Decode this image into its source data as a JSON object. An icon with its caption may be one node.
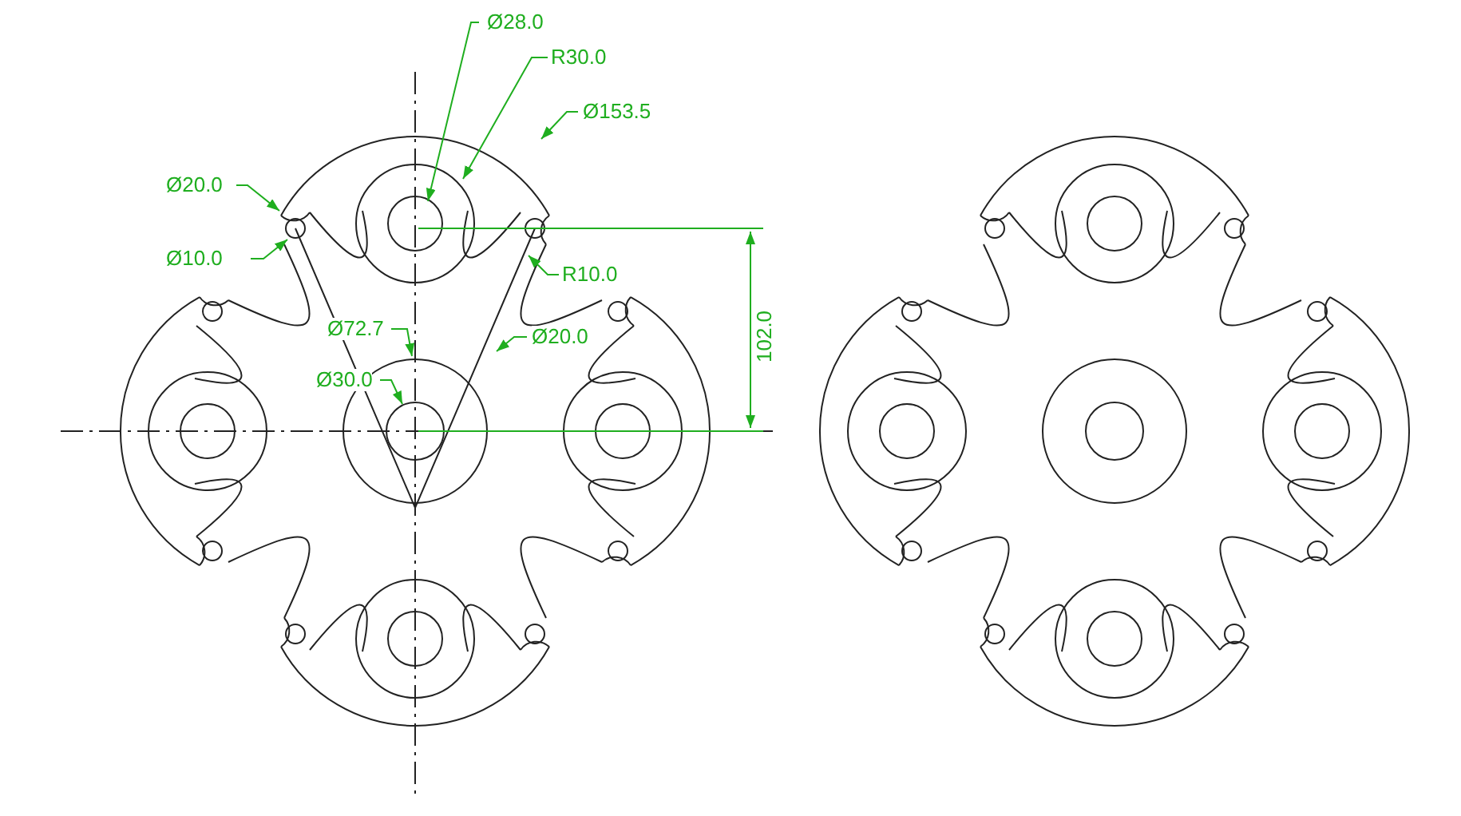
{
  "diagram": {
    "labels": [
      "Ø28.0",
      "R30.0",
      "Ø153.5",
      "Ø20.0",
      "Ø10.0",
      "R10.0",
      "102.0",
      "Ø72.7",
      "Ø20.0",
      "Ø30.0"
    ]
  }
}
